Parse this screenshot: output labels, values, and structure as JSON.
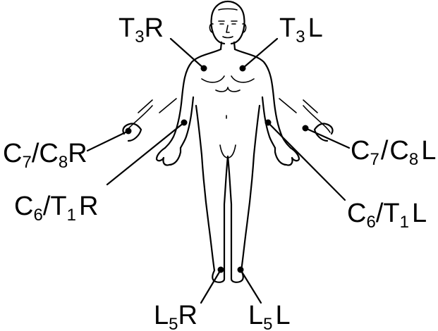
{
  "labels": {
    "t3r": {
      "main": "T",
      "sub": "3",
      "suffix": "R"
    },
    "t3l": {
      "main": "T",
      "sub": "3",
      "suffix": "L"
    },
    "c7c8r": {
      "a": "C",
      "a_sub": "7",
      "sep": "/",
      "b": "C",
      "b_sub": "8",
      "suffix": "R"
    },
    "c7c8l": {
      "a": "C",
      "a_sub": "7",
      "sep": "/",
      "b": "C",
      "b_sub": "8",
      "suffix": "L"
    },
    "c6t1r": {
      "a": "C",
      "a_sub": "6",
      "sep": "/",
      "b": "T",
      "b_sub": "1",
      "suffix": "R"
    },
    "c6t1l": {
      "a": "C",
      "a_sub": "6",
      "sep": "/",
      "b": "T",
      "b_sub": "1",
      "suffix": "L"
    },
    "l5r": {
      "main": "L",
      "sub": "5",
      "suffix": "R"
    },
    "l5l": {
      "main": "L",
      "sub": "5",
      "suffix": "L"
    }
  }
}
